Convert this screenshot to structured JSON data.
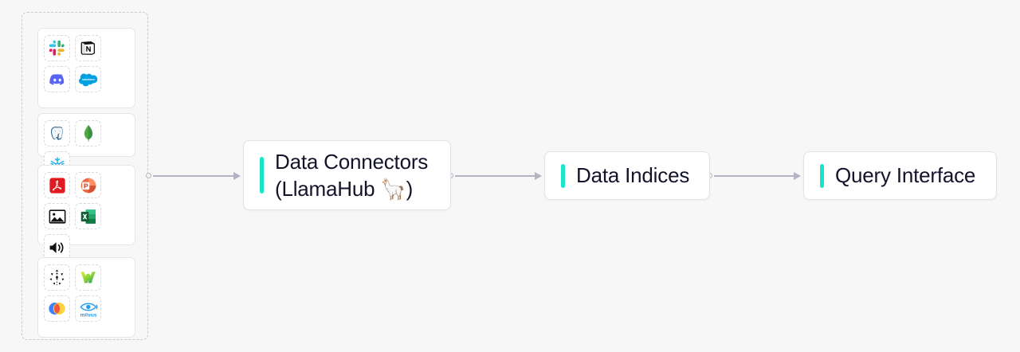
{
  "canvas": {
    "background": "#f7f7f7",
    "accent_color": "#19e6c8",
    "edge_color": "#b3b3c2",
    "node_text_color": "#13132b"
  },
  "source_container": {
    "name": "data-sources",
    "border_style": "dashed",
    "border_color": "#c9c9cf",
    "groups": [
      {
        "name": "apps",
        "icons": [
          {
            "name": "slack-icon",
            "label": "Slack"
          },
          {
            "name": "notion-icon",
            "label": "Notion"
          },
          {
            "name": "discord-icon",
            "label": "Discord"
          },
          {
            "name": "salesforce-icon",
            "label": "Salesforce"
          }
        ]
      },
      {
        "name": "databases",
        "icons": [
          {
            "name": "postgresql-icon",
            "label": "PostgreSQL"
          },
          {
            "name": "mongodb-icon",
            "label": "MongoDB"
          },
          {
            "name": "snowflake-icon",
            "label": "Snowflake"
          }
        ]
      },
      {
        "name": "files",
        "icons": [
          {
            "name": "pdf-icon",
            "label": "PDF"
          },
          {
            "name": "powerpoint-icon",
            "label": "PowerPoint"
          },
          {
            "name": "image-icon",
            "label": "Image"
          },
          {
            "name": "excel-icon",
            "label": "Excel"
          },
          {
            "name": "audio-icon",
            "label": "Audio"
          }
        ]
      },
      {
        "name": "vector-stores",
        "icons": [
          {
            "name": "pinecone-icon",
            "label": "Pinecone"
          },
          {
            "name": "weaviate-icon",
            "label": "Weaviate"
          },
          {
            "name": "chroma-icon",
            "label": "Chroma"
          },
          {
            "name": "milvus-icon",
            "label": "Milvus",
            "wordmark": "milvus"
          }
        ]
      }
    ]
  },
  "flow": {
    "nodes": [
      {
        "name": "data-connectors",
        "label": "Data Connectors\n(LlamaHub 🦙)"
      },
      {
        "name": "data-indices",
        "label": "Data Indices"
      },
      {
        "name": "query-interface",
        "label": "Query Interface"
      }
    ],
    "edges": [
      {
        "name": "sources-to-connectors",
        "from": "data-sources",
        "to": "data-connectors"
      },
      {
        "name": "connectors-to-indices",
        "from": "data-connectors",
        "to": "data-indices"
      },
      {
        "name": "indices-to-query",
        "from": "data-indices",
        "to": "query-interface"
      }
    ]
  }
}
